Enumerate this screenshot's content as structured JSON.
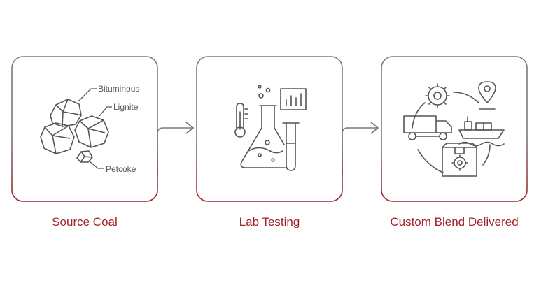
{
  "colors": {
    "frame_gray": "#6f6f6f",
    "accent_red": "#a12128",
    "icon_gray": "#555555"
  },
  "steps": [
    {
      "caption": "Source Coal",
      "icon": "coal-lumps-icon",
      "labels": [
        "Bituminous",
        "Lignite",
        "Petcoke"
      ]
    },
    {
      "caption": "Lab Testing",
      "icon": "lab-flask-icon"
    },
    {
      "caption": "Custom Blend Delivered",
      "icon": "logistics-cycle-icon"
    }
  ]
}
